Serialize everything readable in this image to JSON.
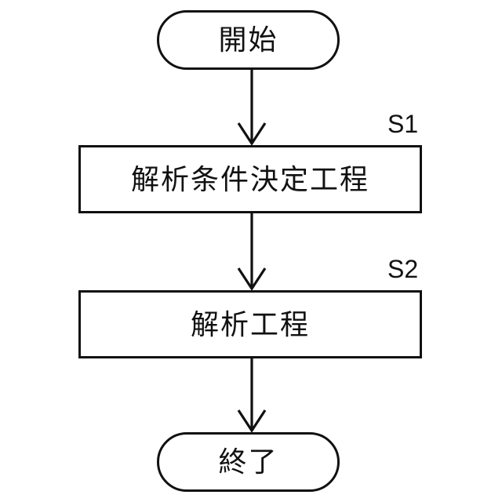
{
  "diagram": {
    "type": "flowchart",
    "direction": "top-down",
    "stroke_color": "#111111",
    "background_color": "#ffffff",
    "nodes": {
      "start": {
        "shape": "terminal",
        "label": "開始"
      },
      "step1": {
        "shape": "process",
        "label": "解析条件決定工程",
        "step_id": "S1"
      },
      "step2": {
        "shape": "process",
        "label": "解析工程",
        "step_id": "S2"
      },
      "end": {
        "shape": "terminal",
        "label": "終了"
      }
    },
    "edges": [
      {
        "from": "start",
        "to": "step1",
        "style": "arrow-down"
      },
      {
        "from": "step1",
        "to": "step2",
        "style": "arrow-down"
      },
      {
        "from": "step2",
        "to": "end",
        "style": "arrow-down"
      }
    ]
  }
}
